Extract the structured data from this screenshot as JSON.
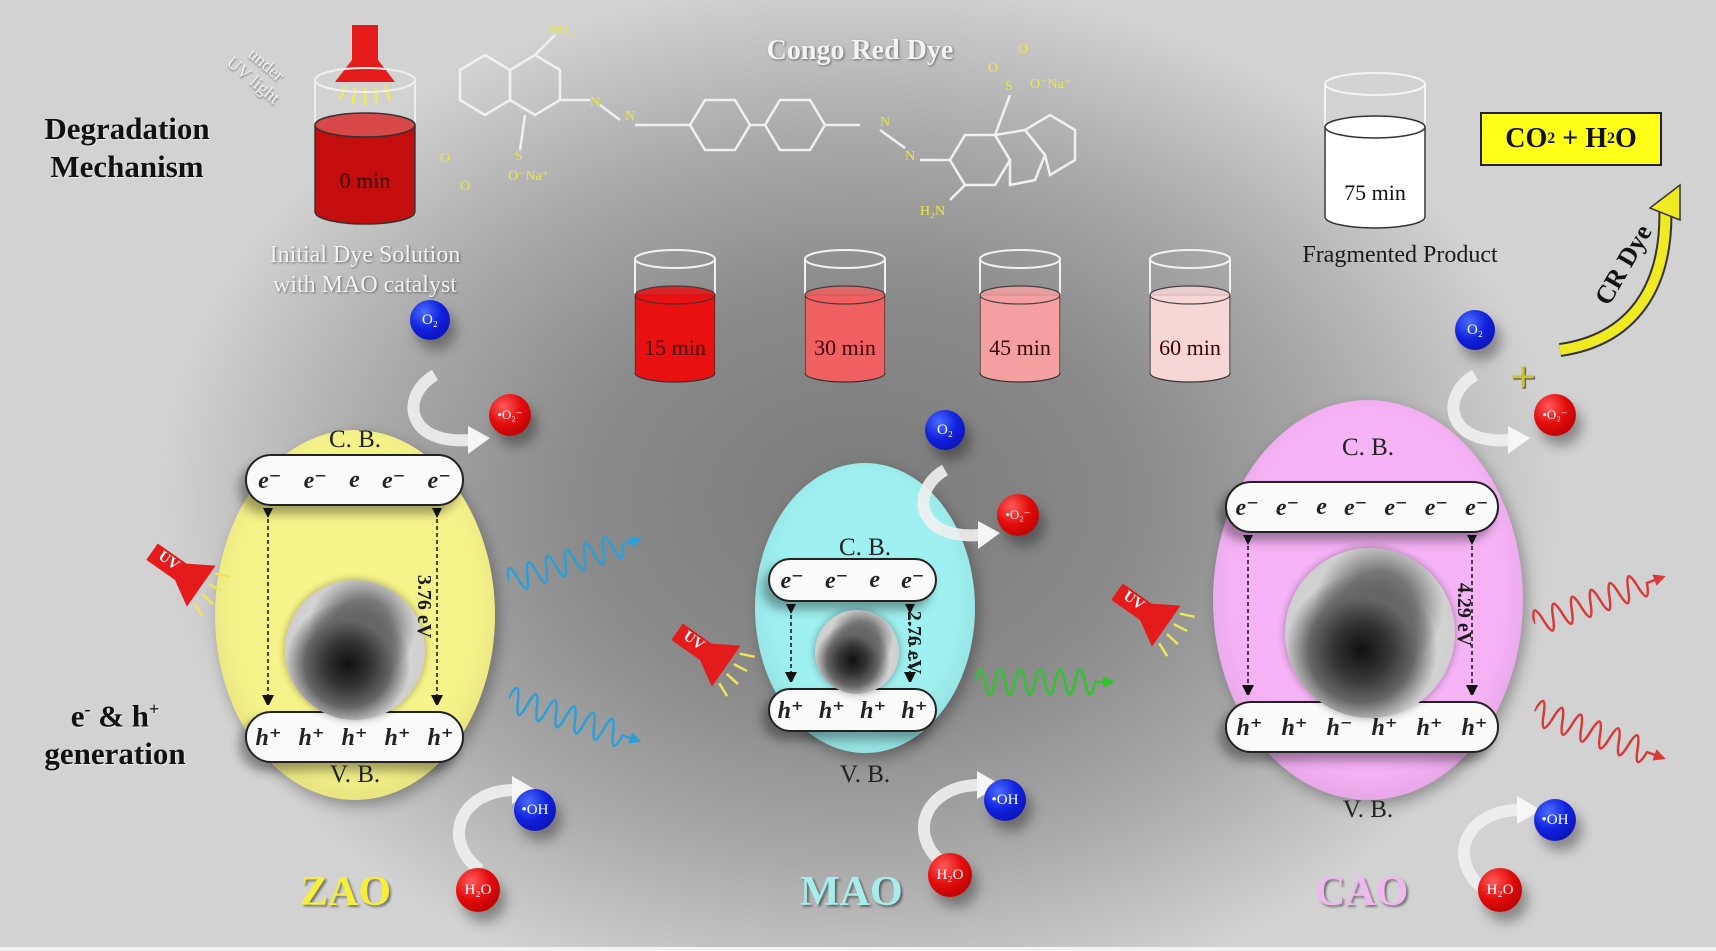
{
  "header": {
    "section_title_line1": "Degradation",
    "section_title_line2": "Mechanism",
    "dye_name": "Congo Red Dye",
    "uv_note_line1": "under",
    "uv_note_line2": "UV light"
  },
  "molecule": {
    "left_amine": "NH₂",
    "right_amine": "H₂N",
    "sulfonate_left": "O⁻Na⁺",
    "sulfonate_right": "O⁻Na⁺",
    "sulfur": "S",
    "oxygen": "O",
    "nitrogen": "N"
  },
  "initial": {
    "time": "0 min",
    "caption_line1": "Initial Dye Solution",
    "caption_line2": "with MAO catalyst",
    "color": "#c40d0d"
  },
  "beakers": [
    {
      "time": "15 min",
      "color": "#e81010"
    },
    {
      "time": "30 min",
      "color": "#f06060"
    },
    {
      "time": "45 min",
      "color": "#f4a0a0"
    },
    {
      "time": "60 min",
      "color": "#f7d6d6"
    }
  ],
  "final": {
    "time": "75 min",
    "caption": "Fragmented Product",
    "color": "#ffffff"
  },
  "products": {
    "co2": "CO",
    "co2_sub": "2",
    "plus": " + ",
    "h2o": "H",
    "h2o_sub": "2",
    "h2o_tail": "O",
    "arrow_label": "CR Dye",
    "plus_sign": "+"
  },
  "side_label": {
    "line1_a": "e",
    "line1_sup_a": "-",
    "line1_mid": " & h",
    "line1_sup_b": "+",
    "line2": "generation"
  },
  "catalysts": [
    {
      "name": "ZAO",
      "color": "#f6f38a",
      "label_color": "#f4ef3a",
      "cb": "C. B.",
      "vb": "V. B.",
      "electrons": [
        "e⁻",
        "e⁻",
        "e",
        "e⁻",
        "e⁻"
      ],
      "holes": [
        "h⁺",
        "h⁺",
        "h⁺",
        "h⁺",
        "h⁺"
      ],
      "band_gap": "3.76 eV",
      "uv": "UV",
      "emission_color": "#2b9fd8",
      "o2": "O₂",
      "o2_radical": "•O₂⁻",
      "oh": "•OH",
      "h2o": "H₂O"
    },
    {
      "name": "MAO",
      "color": "#9ff0f0",
      "label_color": "#a9ecec",
      "cb": "C. B.",
      "vb": "V. B.",
      "electrons": [
        "e⁻",
        "e⁻",
        "e",
        "e⁻"
      ],
      "holes": [
        "h⁺",
        "h⁺",
        "h⁺",
        "h⁺"
      ],
      "band_gap": "2.76 eV",
      "uv": "UV",
      "emission_color": "#2fc52f",
      "o2": "O₂",
      "o2_radical": "•O₂⁻",
      "oh": "•OH",
      "h2o": "H₂O"
    },
    {
      "name": "CAO",
      "color": "#f6b3f6",
      "label_color": "#efb8ef",
      "cb": "C. B.",
      "vb": "V. B.",
      "electrons": [
        "e⁻",
        "e⁻",
        "e",
        "e⁻",
        "e⁻",
        "e⁻",
        "e⁻"
      ],
      "holes": [
        "h⁺",
        "h⁺",
        "h⁻",
        "h⁺",
        "h⁺",
        "h⁺"
      ],
      "band_gap": "4.29 eV",
      "uv": "UV",
      "emission_color": "#d83a3a",
      "o2": "O₂",
      "o2_radical": "•O₂⁻",
      "oh": "•OH",
      "h2o": "H₂O"
    }
  ]
}
